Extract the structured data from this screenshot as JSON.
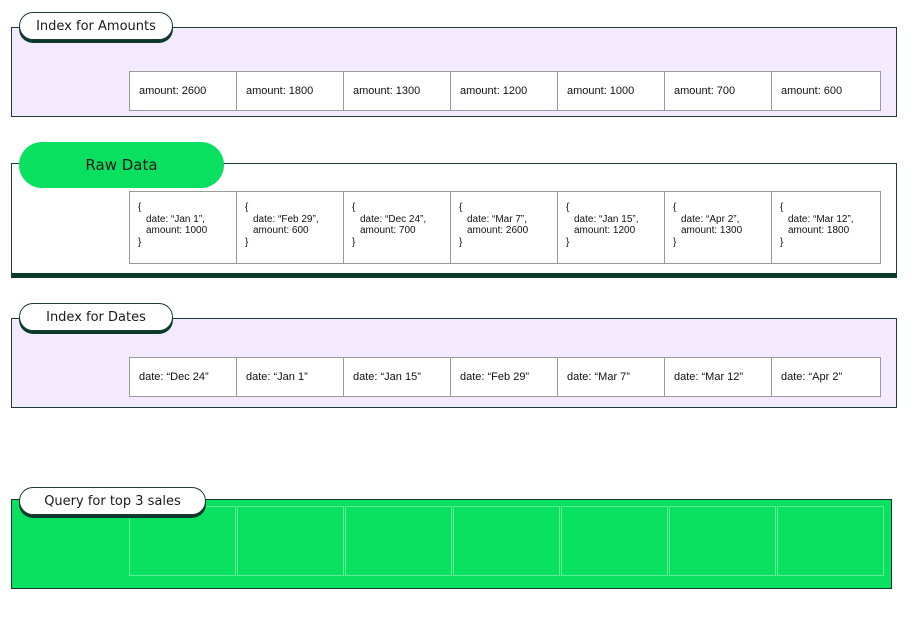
{
  "amounts_index": {
    "title": "Index for Amounts",
    "cells": [
      "amount: 2600",
      "amount: 1800",
      "amount: 1300",
      "amount: 1200",
      "amount: 1000",
      "amount: 700",
      "amount: 600"
    ]
  },
  "raw_data": {
    "title": "Raw Data",
    "records": [
      {
        "open": "{",
        "date": "date: “Jan 1”,",
        "amount": "amount: 1000",
        "close": "}"
      },
      {
        "open": "{",
        "date": "date: “Feb 29”,",
        "amount": "amount: 600",
        "close": "}"
      },
      {
        "open": "{",
        "date": "date: “Dec 24”,",
        "amount": "amount: 700",
        "close": "}"
      },
      {
        "open": "{",
        "date": "date: “Mar 7”,",
        "amount": "amount: 2600",
        "close": "}"
      },
      {
        "open": "{",
        "date": "date: “Jan 15”,",
        "amount": "amount: 1200",
        "close": "}"
      },
      {
        "open": "{",
        "date": "date: “Apr 2”,",
        "amount": "amount: 1300",
        "close": "}"
      },
      {
        "open": "{",
        "date": "date: “Mar 12”,",
        "amount": "amount: 1800",
        "close": "}"
      }
    ]
  },
  "dates_index": {
    "title": "Index for Dates",
    "cells": [
      "date: “Dec 24”",
      "date: “Jan 1”",
      "date: “Jan 15”",
      "date: “Feb 29”",
      "date: “Mar 7”",
      "date: “Mar 12”",
      "date: “Apr 2”"
    ]
  },
  "query": {
    "title": "Query for top 3 sales"
  },
  "colors": {
    "lavender": "#f3eafd",
    "green": "#0ae05f",
    "dark": "#0b3a2c"
  }
}
